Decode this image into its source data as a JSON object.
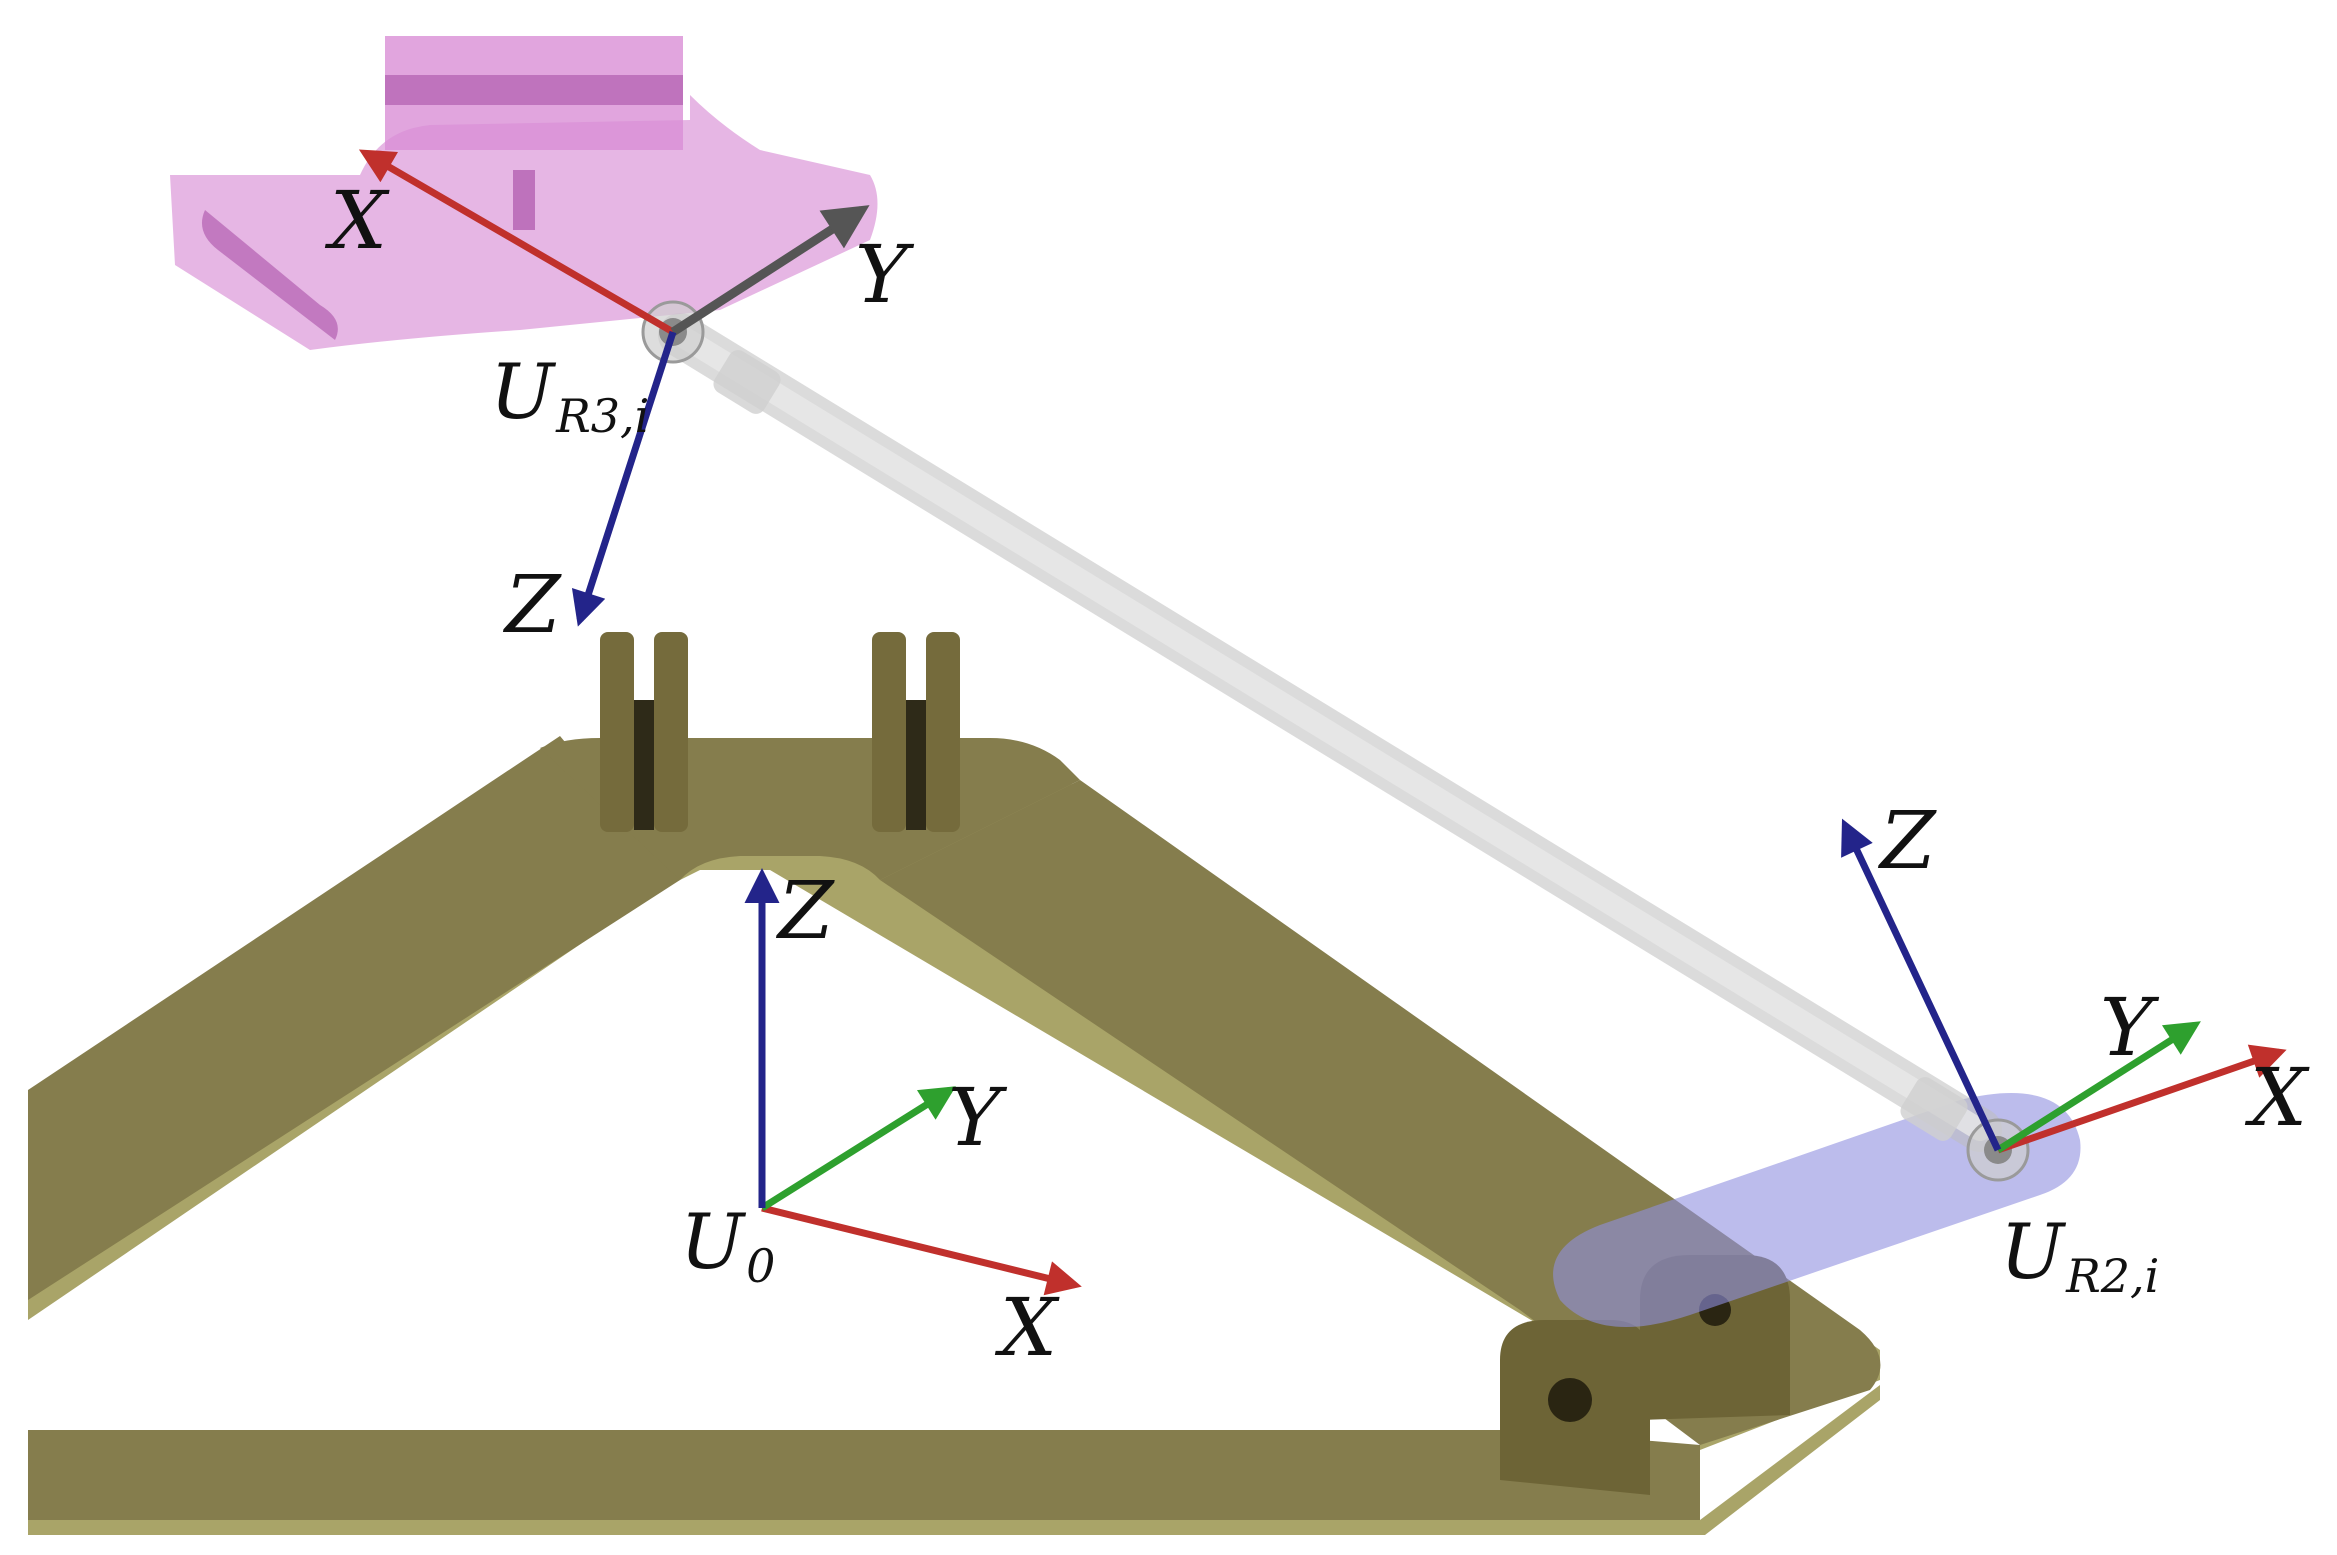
{
  "colors": {
    "x_axis": "#c0302c",
    "y_axis": "#2ea02e",
    "z_axis": "#23248a",
    "base_plate": "#857d4d",
    "base_plate_edge": "#a9a468",
    "end_effector": "#d98fd6",
    "crank_link": "#8f8fe0",
    "rod": "#d8d8d8"
  },
  "frames": [
    {
      "id": "U_R3_i",
      "label_main": "U",
      "label_sub": "R3,i",
      "axis_labels": {
        "x": "X",
        "y": "Y",
        "z": "Z"
      }
    },
    {
      "id": "U_0",
      "label_main": "U",
      "label_sub": "0",
      "axis_labels": {
        "x": "X",
        "y": "Y",
        "z": "Z"
      }
    },
    {
      "id": "U_R2_i",
      "label_main": "U",
      "label_sub": "R2,i",
      "axis_labels": {
        "x": "X",
        "y": "Y",
        "z": "Z"
      }
    }
  ]
}
